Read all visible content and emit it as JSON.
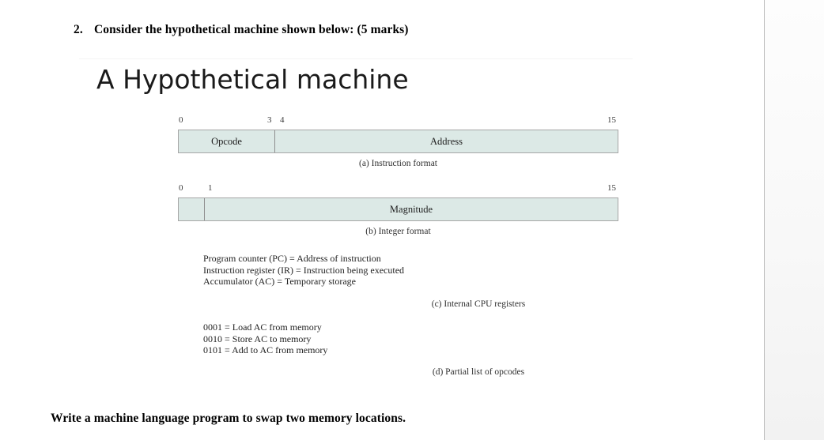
{
  "question": {
    "number": "2.",
    "text": "Consider the hypothetical machine shown below: (5 marks)"
  },
  "slide": {
    "title": "A Hypothetical machine",
    "instruction_format": {
      "caption": "(a) Instruction format",
      "bit_labels": {
        "start": "0",
        "mid_left": "3",
        "mid_right": "4",
        "end": "15"
      },
      "fields": [
        {
          "label": "Opcode"
        },
        {
          "label": "Address"
        }
      ]
    },
    "integer_format": {
      "caption": "(b) Integer format",
      "bit_labels": {
        "start": "0",
        "mid": "1",
        "end": "15"
      },
      "fields": [
        {
          "label": ""
        },
        {
          "label": "Magnitude"
        }
      ]
    },
    "cpu_registers": {
      "caption": "(c) Internal CPU registers",
      "lines": [
        "Program counter (PC) = Address of instruction",
        "Instruction register (IR) = Instruction being executed",
        "Accumulator (AC) = Temporary storage"
      ]
    },
    "opcodes": {
      "caption": "(d) Partial list of opcodes",
      "lines": [
        "0001 = Load  AC from memory",
        "0010 = Store AC to memory",
        "0101 = Add to AC from memory"
      ]
    }
  },
  "bottom_prompt": "Write a machine language program to swap two memory locations.",
  "colors": {
    "field_fill": "#dce9e6",
    "field_border": "#a6a6a6",
    "divider": "#b9b9b9",
    "text": "#1f1f1f"
  }
}
